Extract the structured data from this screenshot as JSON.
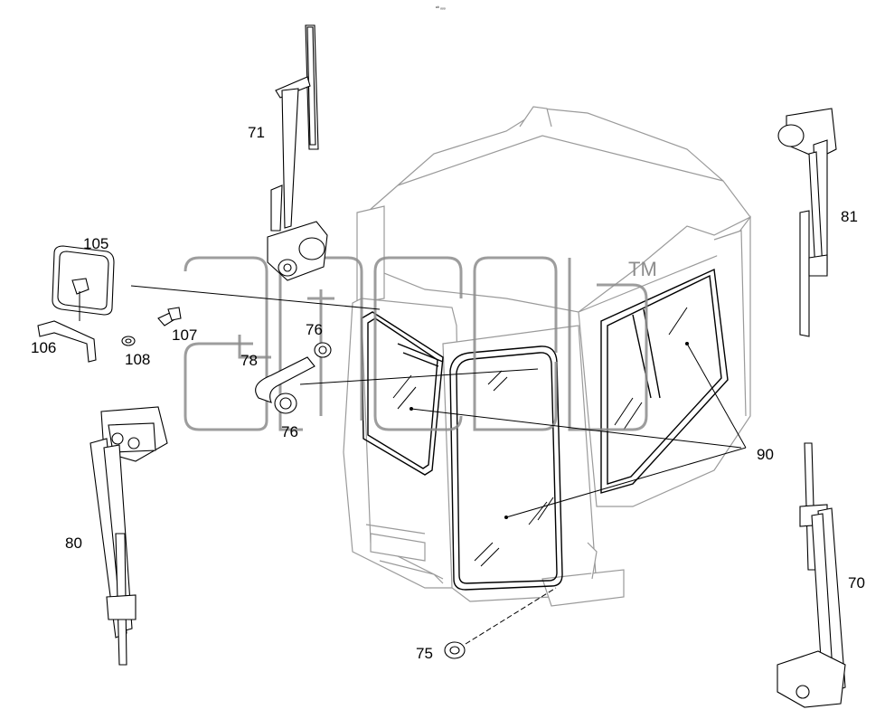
{
  "top_mark": "ᵉᵇ ₒₒₒ",
  "watermark": {
    "text": "agsb",
    "trademark": "TM",
    "color": "#8c8c8c"
  },
  "callouts": [
    {
      "id": "c71",
      "label": "71"
    },
    {
      "id": "c81",
      "label": "81"
    },
    {
      "id": "c105",
      "label": "105"
    },
    {
      "id": "c106",
      "label": "106"
    },
    {
      "id": "c107",
      "label": "107"
    },
    {
      "id": "c108",
      "label": "108"
    },
    {
      "id": "c76a",
      "label": "76"
    },
    {
      "id": "c76b",
      "label": "76"
    },
    {
      "id": "c78",
      "label": "78"
    },
    {
      "id": "c80",
      "label": "80"
    },
    {
      "id": "c90",
      "label": "90"
    },
    {
      "id": "c70",
      "label": "70"
    },
    {
      "id": "c75",
      "label": "75"
    }
  ]
}
